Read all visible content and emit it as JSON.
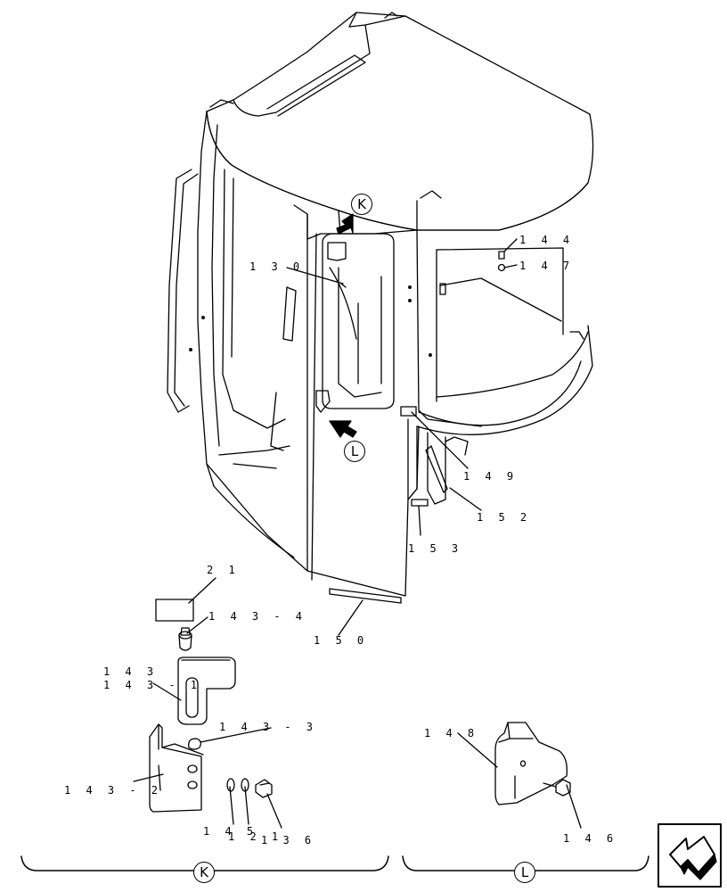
{
  "callouts": [
    {
      "id": "144",
      "text": "1 4 4"
    },
    {
      "id": "147",
      "text": "1 4 7"
    },
    {
      "id": "130",
      "text": "1 3 0"
    },
    {
      "id": "149",
      "text": "1 4 9"
    },
    {
      "id": "152",
      "text": "1 5 2"
    },
    {
      "id": "153",
      "text": "1 5 3"
    },
    {
      "id": "150",
      "text": "1 5 0"
    },
    {
      "id": "21",
      "text": "2 1"
    },
    {
      "id": "143-4",
      "text": "1 4 3 - 4"
    },
    {
      "id": "143",
      "text": "1 4 3"
    },
    {
      "id": "143-1",
      "text": "1 4 3 - 1"
    },
    {
      "id": "143-3",
      "text": "1 4 3 - 3"
    },
    {
      "id": "143-2",
      "text": "1 4 3 - 2"
    },
    {
      "id": "145",
      "text": "1 4 5"
    },
    {
      "id": "121",
      "text": "1 2 1"
    },
    {
      "id": "136",
      "text": "1 3 6"
    },
    {
      "id": "148",
      "text": "1 4 8"
    },
    {
      "id": "146",
      "text": "1 4 6"
    }
  ],
  "view_markers": {
    "k": "K",
    "l": "L"
  },
  "detail_groups": {
    "k": "K",
    "l": "L"
  },
  "navigation": {
    "icon": "arrow-nav-icon"
  }
}
